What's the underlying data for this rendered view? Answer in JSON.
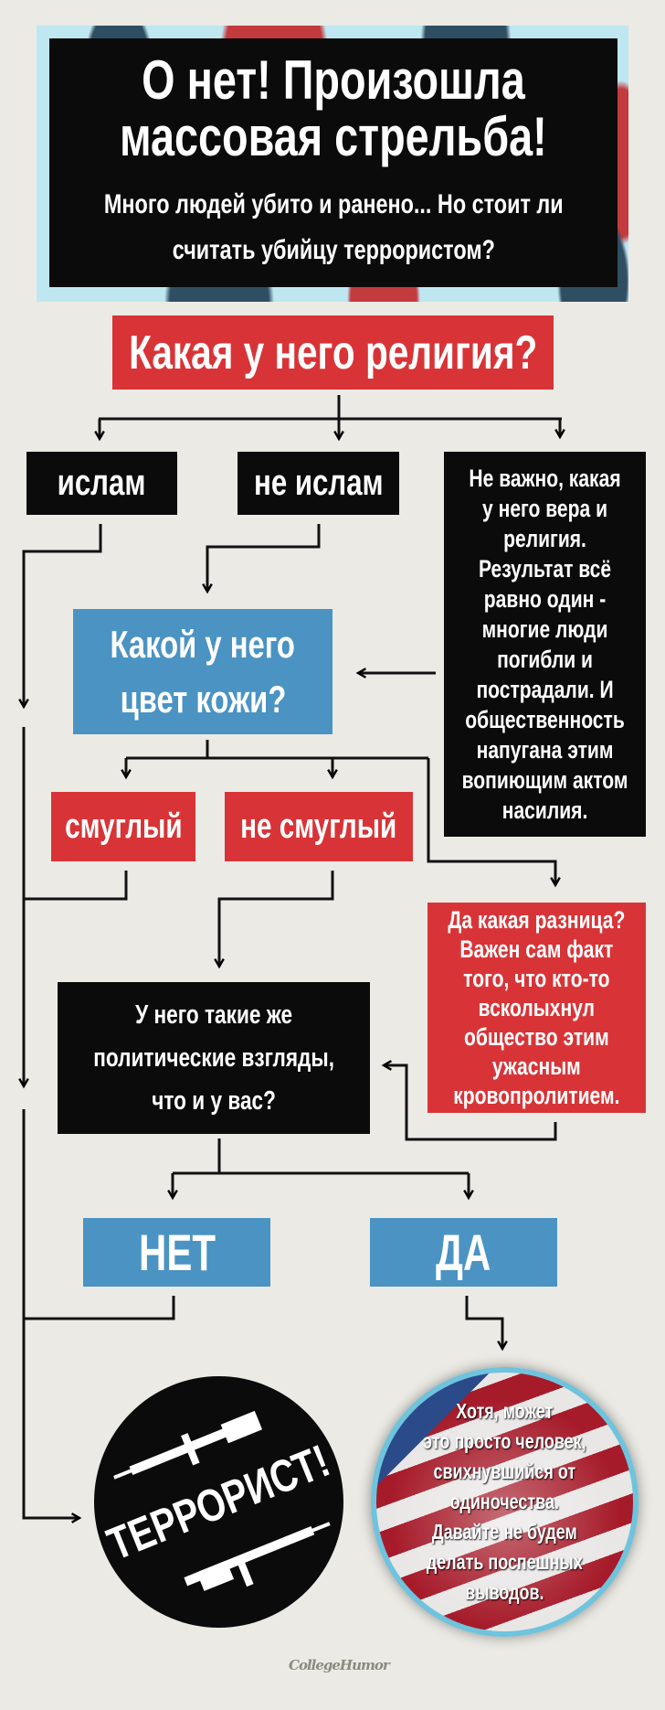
{
  "header": {
    "title_lines": [
      "О нет! Произошла",
      "массовая стрельба!"
    ],
    "subtitle_lines": [
      "Много людей убито и ранено... Но стоит ли",
      "считать убийцу террористом?"
    ]
  },
  "q_religion": "Какая у него религия?",
  "religion_options": {
    "islam": "ислам",
    "not_islam": "не ислам"
  },
  "religion_any": [
    "Не важно, какая",
    "у него вера и",
    "религия.",
    "Результат всё",
    "равно один -",
    "многие люди",
    "погибли и",
    "пострадали. И",
    "общественность",
    "напугана этим",
    "вопиющим актом",
    "насилия."
  ],
  "q_skin": [
    "Какой у него",
    "цвет кожи?"
  ],
  "skin_options": {
    "dark": "смуглый",
    "not_dark": "не смуглый"
  },
  "skin_any": [
    "Да какая разница?",
    "Важен сам факт",
    "того, что кто-то",
    "всколыхнул",
    "общество этим",
    "ужасным",
    "кровопролитием."
  ],
  "q_politics": [
    "У него такие же",
    "политические взгляды,",
    "что и у вас?"
  ],
  "politics_options": {
    "no": "НЕТ",
    "yes": "ДА"
  },
  "result_terrorist": "ТЕРРОРИСТ!",
  "result_lonely": [
    "Хотя, может",
    "это просто человек,",
    "свихнувшийся от",
    "одиночества.",
    "Давайте не будем",
    "делать поспешных",
    "выводов."
  ],
  "footer_logo": "CollegeHumor",
  "colors": {
    "red": "#d83437",
    "blue": "#4a93c3",
    "black": "#0b0b0b",
    "background": "#ebeae5"
  }
}
